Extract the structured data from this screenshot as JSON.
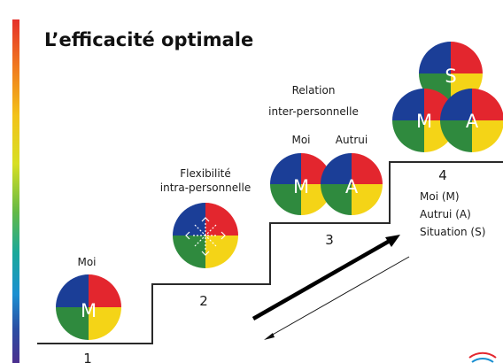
{
  "title": "L’efficacité optimale",
  "colors": {
    "blue": "#1b3e97",
    "red": "#e3262e",
    "yellow": "#f4d417",
    "green": "#2f8a3e",
    "text": "#1a1a1a",
    "stairs": "#2a2a2a"
  },
  "steps": [
    {
      "number": "1",
      "label": "Moi"
    },
    {
      "number": "2",
      "label_line1": "Flexibilité",
      "label_line2": "intra-personnelle"
    },
    {
      "number": "3",
      "label_line1": "Relation",
      "label_line2": "inter-personnelle",
      "circle_label_left": "Moi",
      "circle_label_right": "Autrui"
    },
    {
      "number": "4"
    }
  ],
  "circle_letters": {
    "step1": "M",
    "step3_left": "M",
    "step3_right": "A",
    "step4_top": "S",
    "step4_left": "M",
    "step4_right": "A"
  },
  "legend": {
    "line1": "Moi (M)",
    "line2": "Autrui (A)",
    "line3": "Situation (S)"
  }
}
